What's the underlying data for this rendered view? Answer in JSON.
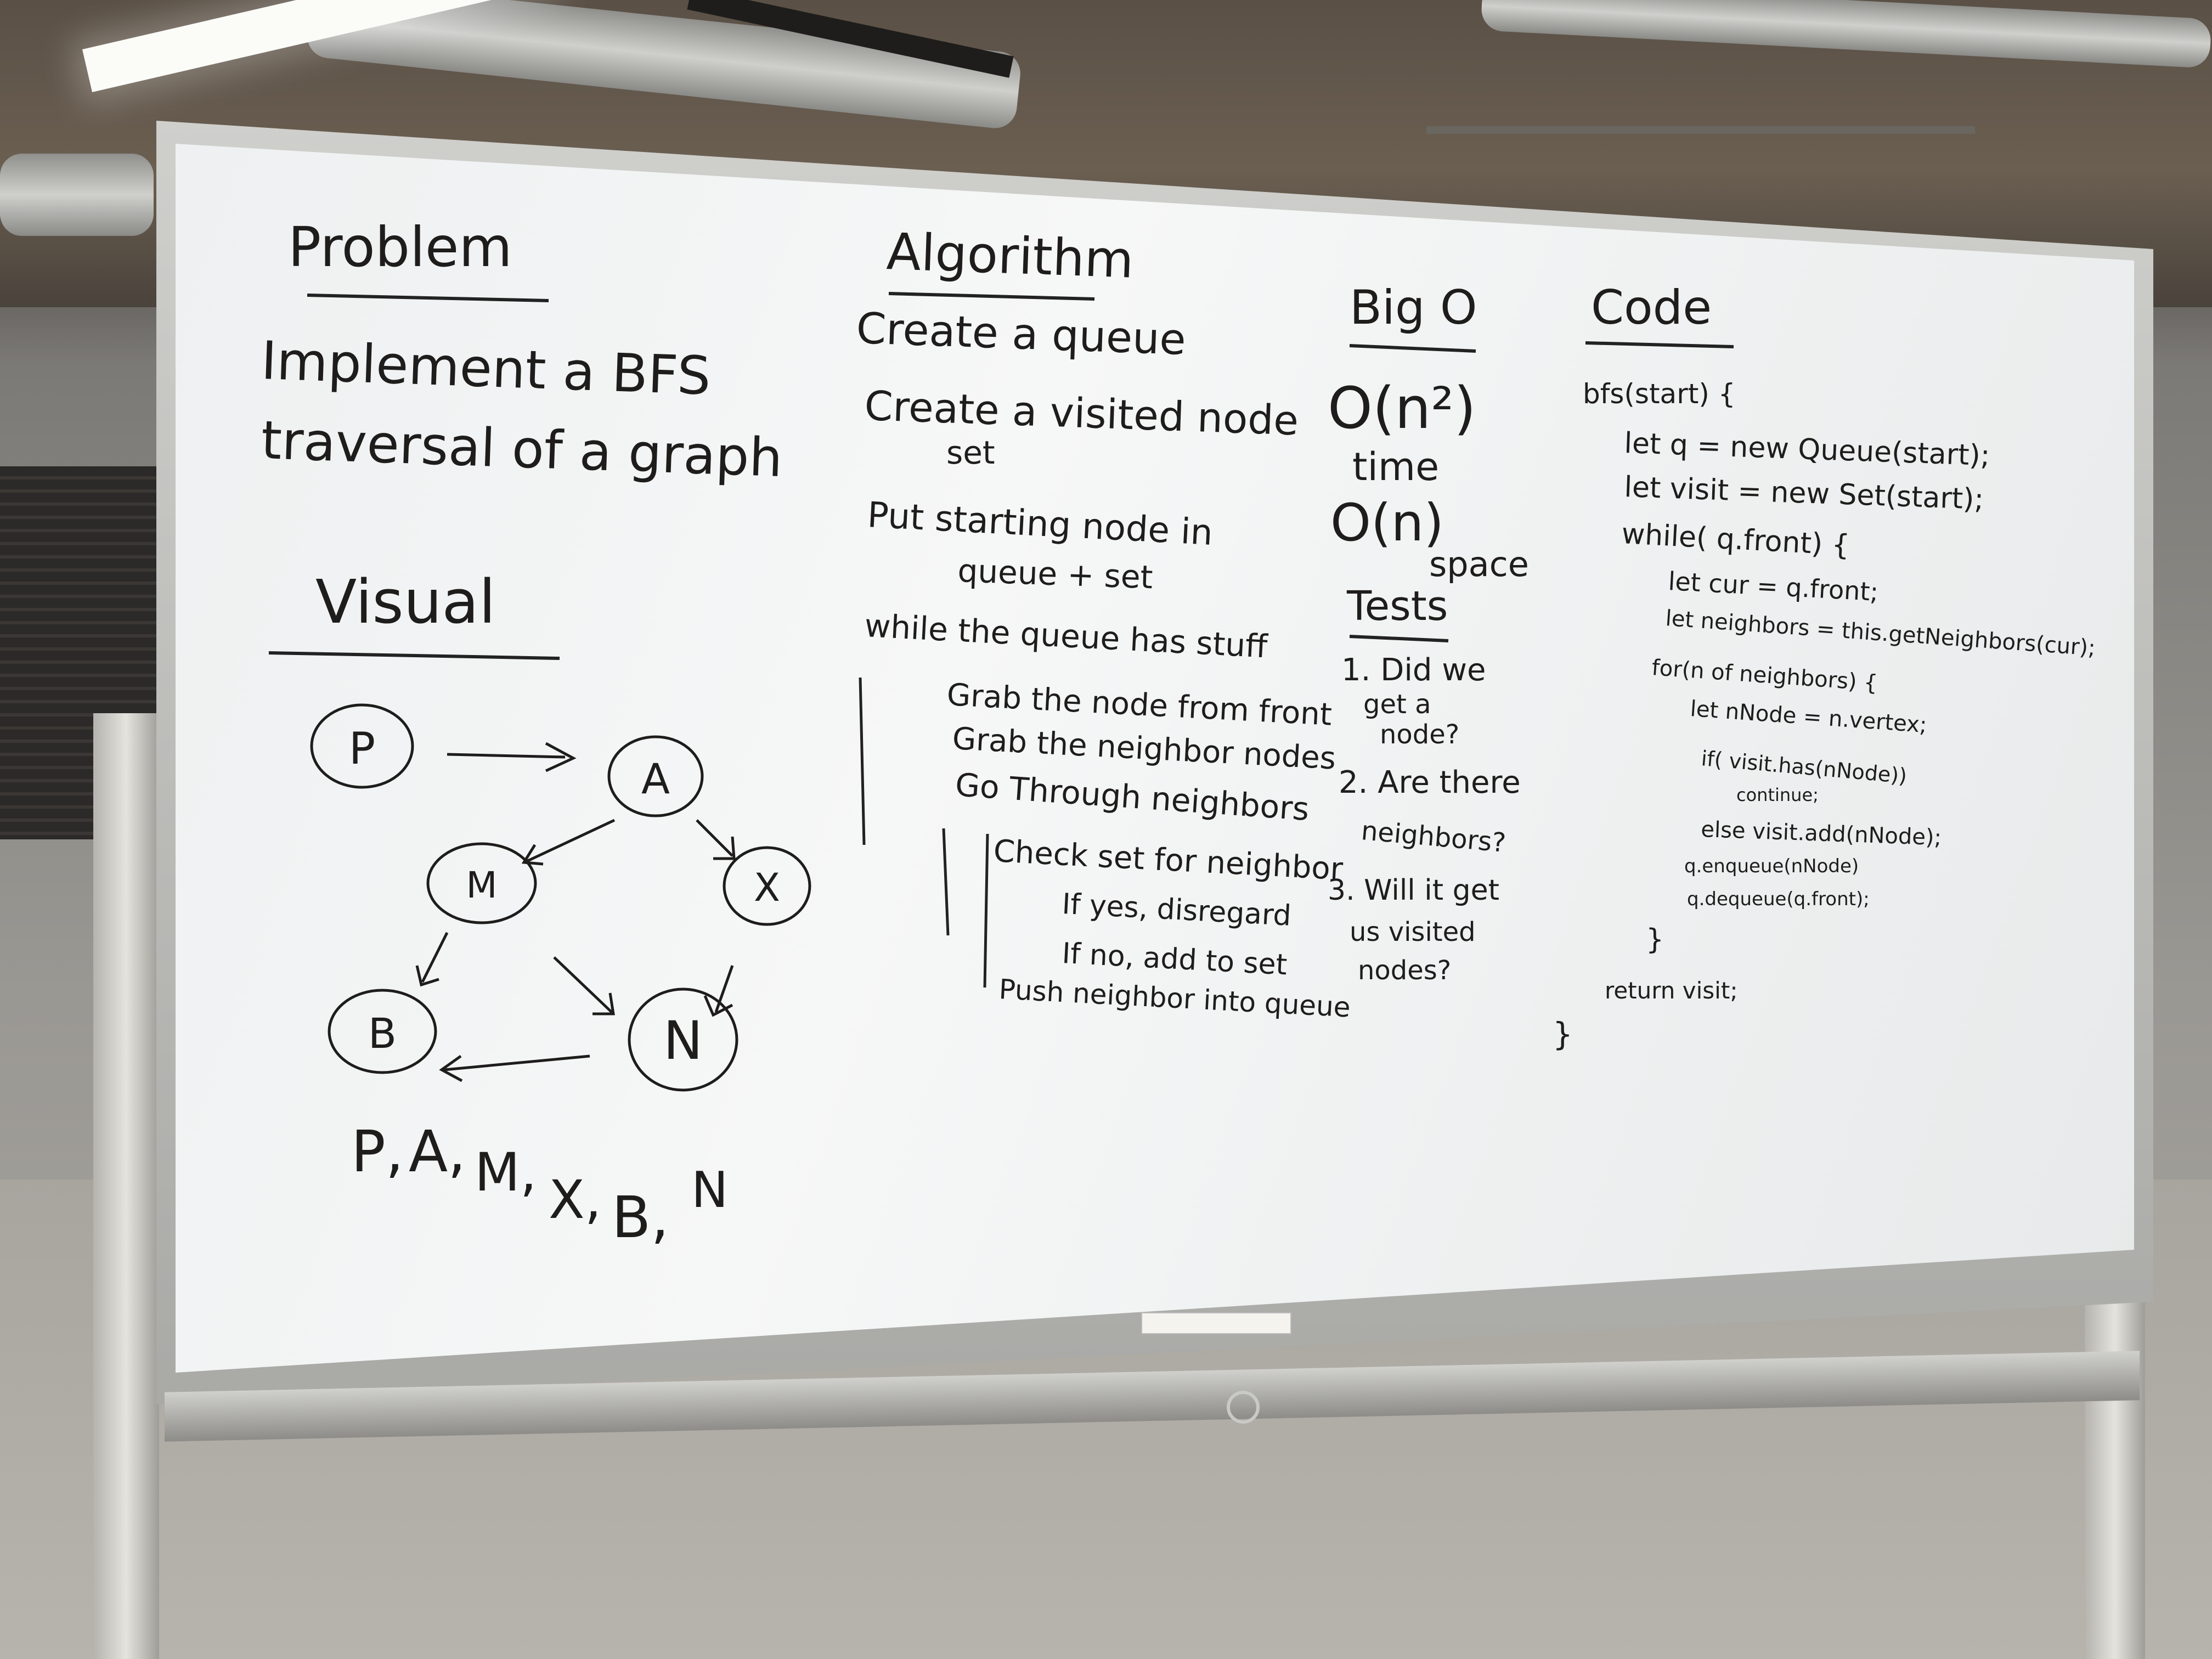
{
  "whiteboard": {
    "problem": {
      "heading": "Problem",
      "lines": [
        "Implement a BFS",
        "traversal of a graph"
      ]
    },
    "visual": {
      "heading": "Visual",
      "nodes": [
        "P",
        "A",
        "M",
        "X",
        "B",
        "N"
      ],
      "order": [
        "P,",
        "A,",
        "M,",
        "X,",
        "B,",
        "N"
      ]
    },
    "algorithm": {
      "heading": "Algorithm",
      "lines": [
        "Create a queue",
        "Create a visited node",
        "set",
        "Put starting node in",
        "queue + set",
        "while the queue has stuff",
        "Grab the node from front",
        "Grab the neighbor nodes",
        "Go Through neighbors",
        "Check set for neighbor",
        "If yes, disregard",
        "If no, add to set",
        "Push neighbor into queue"
      ]
    },
    "bigo": {
      "heading": "Big O",
      "time_value": "O(n²)",
      "time_label": "time",
      "space_value": "O(n)",
      "space_label": "space"
    },
    "tests": {
      "heading": "Tests",
      "lines": [
        "1. Did we",
        "get a",
        "node?",
        "2. Are there",
        "neighbors?",
        "3. Will it get",
        "us visited",
        "nodes?"
      ]
    },
    "code": {
      "heading": "Code",
      "lines": [
        "bfs(start) {",
        "let q = new Queue(start);",
        "let visit = new Set(start);",
        "while( q.front) {",
        "let cur = q.front;",
        "let neighbors = this.getNeighbors(cur);",
        "for(n of neighbors) {",
        "let nNode = n.vertex;",
        "if( visit.has(nNode))",
        "continue;",
        "else visit.add(nNode);",
        "q.enqueue(nNode)",
        "q.dequeue(q.front);",
        "}",
        "return visit;",
        "}"
      ]
    }
  }
}
